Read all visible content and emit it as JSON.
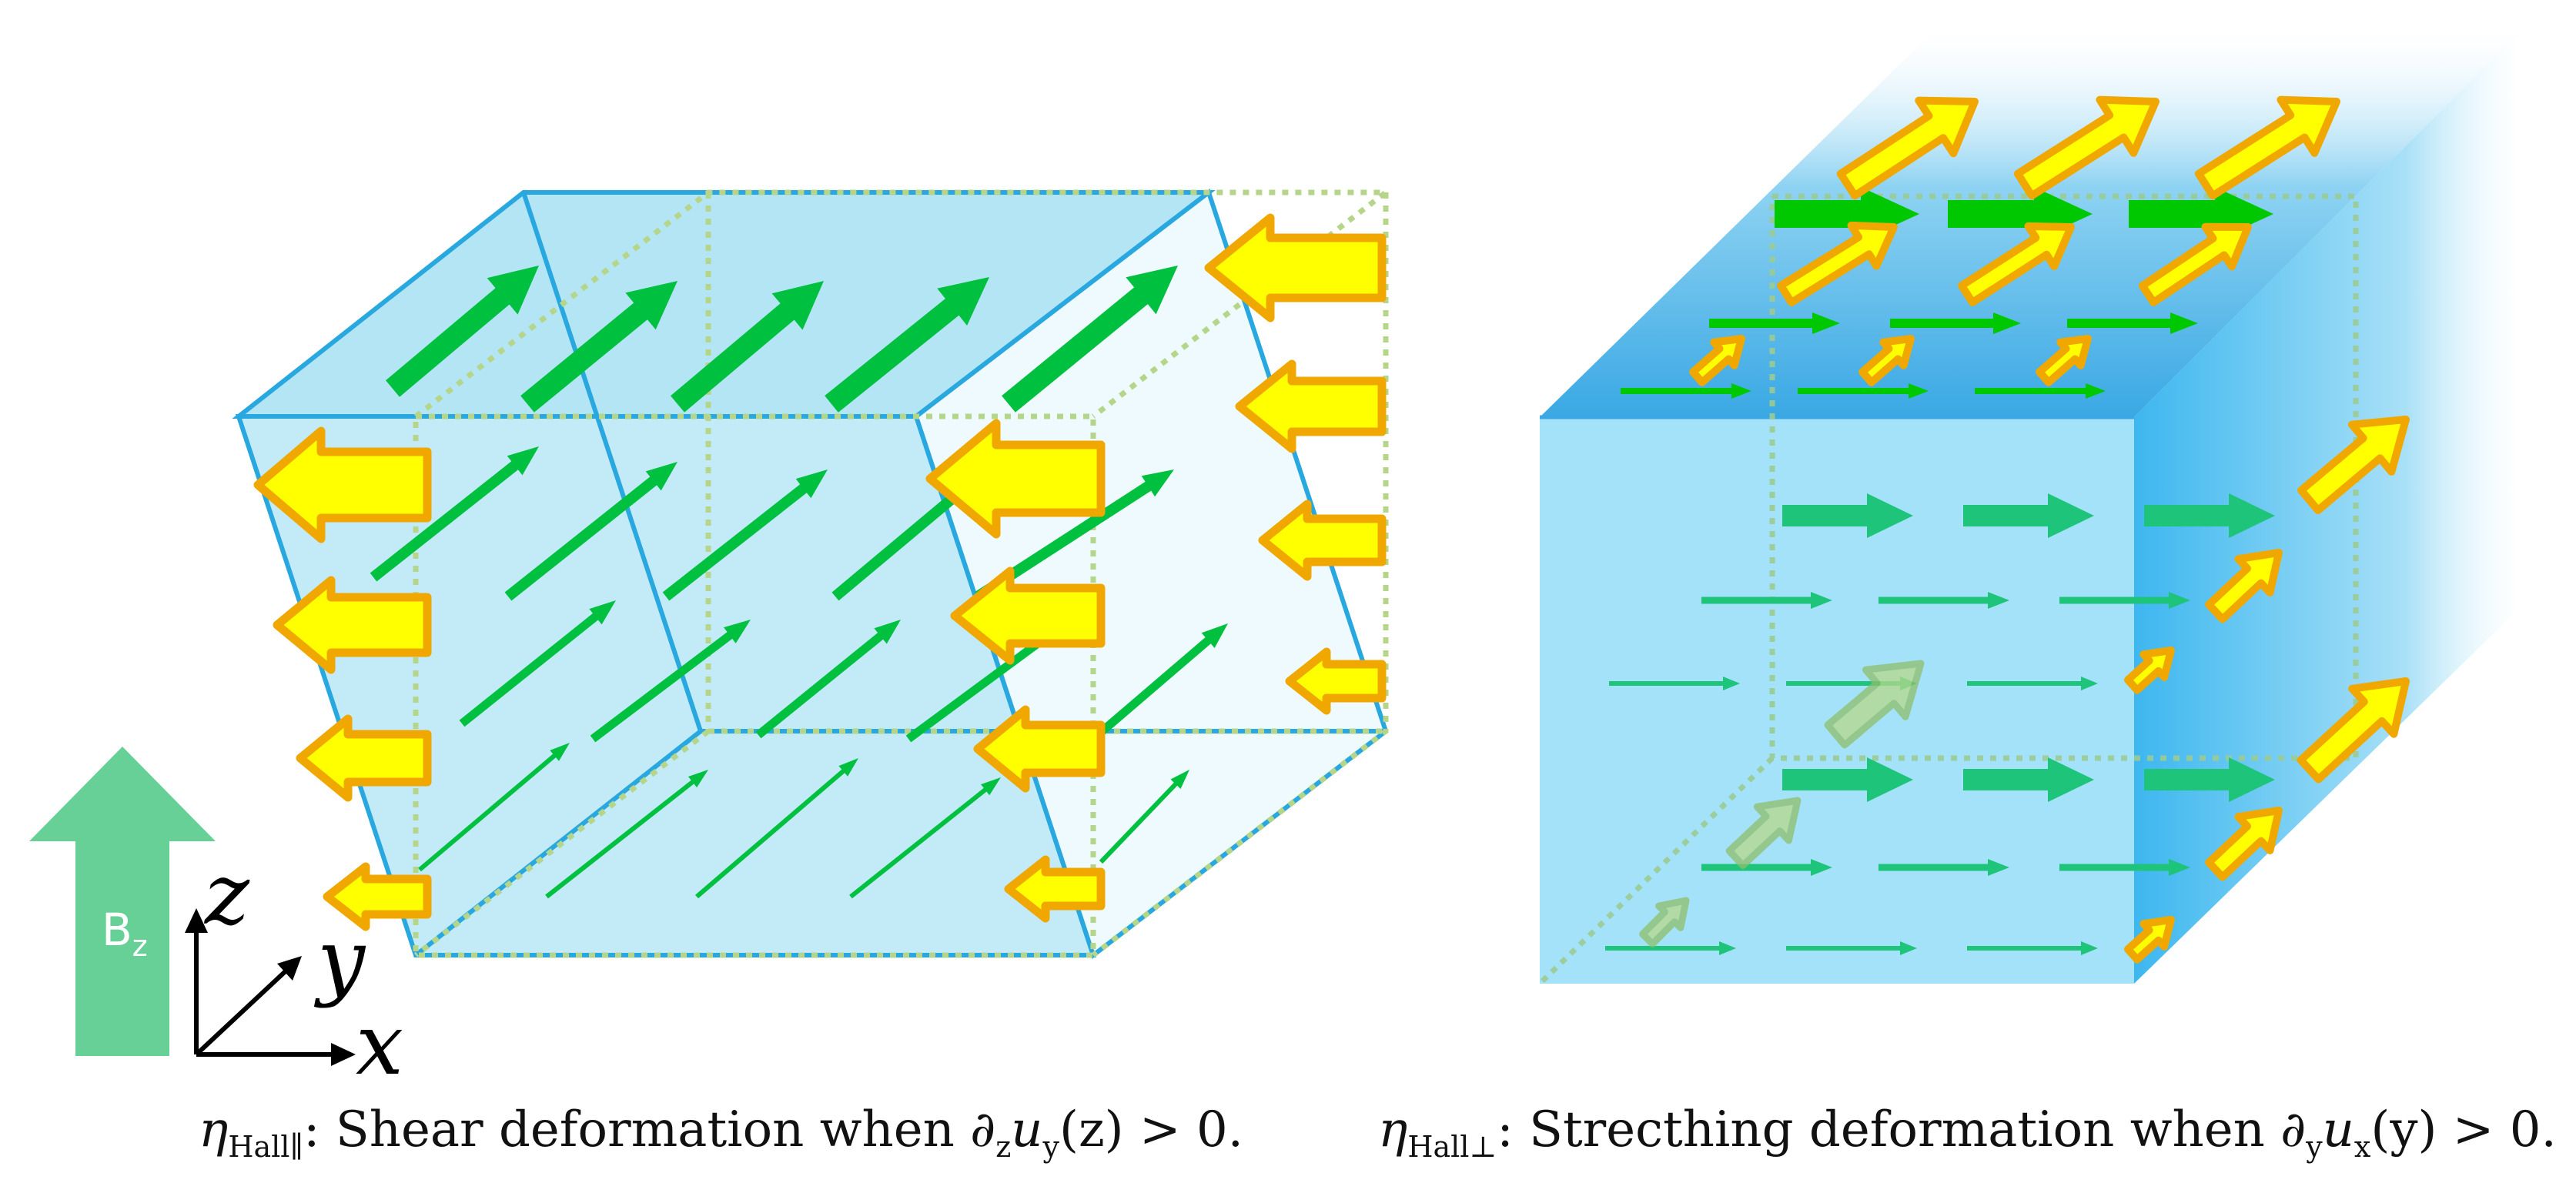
{
  "field_indicator": {
    "label_main": "B",
    "label_sub": "z"
  },
  "axes": {
    "x": "x",
    "y": "y",
    "z": "z"
  },
  "captions": {
    "left": {
      "symbol": "η",
      "subscript": "Hall∥",
      "text": ": Shear deformation when ∂",
      "d_sub": "z",
      "u": "u",
      "u_sub": "y",
      "arg": "(z) > 0."
    },
    "right": {
      "symbol": "η",
      "subscript": "Hall⊥",
      "text": ": Strecthing deformation when ∂",
      "d_sub": "y",
      "u": "u",
      "u_sub": "x",
      "arg": "(y) > 0."
    }
  },
  "colors": {
    "cube_fill": "#b3e5f5",
    "cube_edge": "#29a8e0",
    "dotted_edge": "#b5d68a",
    "green_arrow": "#00c040",
    "yellow_arrow_fill": "#ffff00",
    "yellow_arrow_stroke": "#f0a800",
    "bz_arrow": "#66d096"
  }
}
